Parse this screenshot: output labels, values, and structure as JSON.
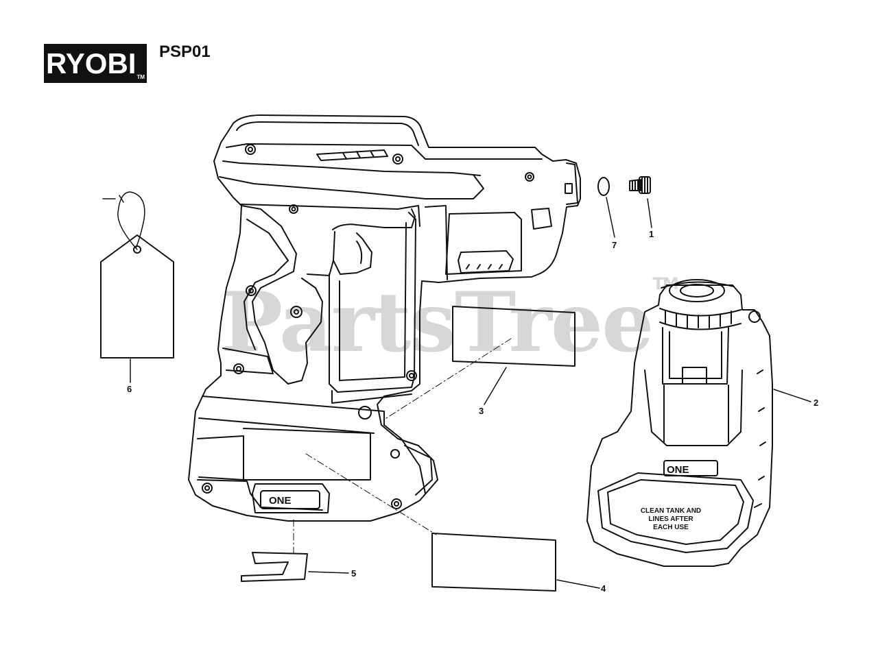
{
  "header": {
    "brand": "RYOBI",
    "brand_mark": "TM",
    "model": "PSP01"
  },
  "watermark": {
    "text": "PartsTree",
    "mark": "TM"
  },
  "callouts": [
    "1",
    "2",
    "3",
    "4",
    "5",
    "6",
    "7"
  ],
  "labels": {
    "tool_badge": "ONE",
    "tank_badge": "ONE",
    "tank_warning": [
      "CLEAN TANK AND",
      "LINES AFTER",
      "EACH USE"
    ]
  }
}
